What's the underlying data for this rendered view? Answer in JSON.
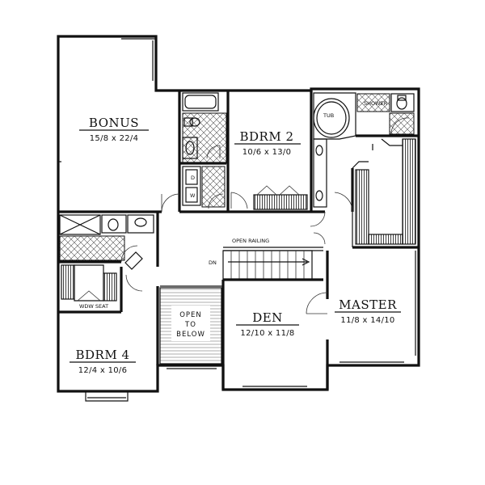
{
  "rooms": {
    "bonus": {
      "name": "BONUS",
      "dims": "15/8 x 22/4"
    },
    "bdrm2": {
      "name": "BDRM 2",
      "dims": "10/6 x 13/0"
    },
    "master": {
      "name": "MASTER",
      "dims": "11/8 x 14/10"
    },
    "den": {
      "name": "DEN",
      "dims": "12/10 x 11/8"
    },
    "bdrm4": {
      "name": "BDRM 4",
      "dims": "12/4 x 10/6"
    }
  },
  "labels": {
    "tub": "TUB",
    "shower": "SHOWER",
    "open_railing": "OPEN RAILING",
    "stair_down": "DN",
    "open_below_1": "OPEN",
    "open_below_2": "TO",
    "open_below_3": "BELOW",
    "dryer": "D",
    "washer": "W",
    "window_seat": "WDW SEAT"
  }
}
